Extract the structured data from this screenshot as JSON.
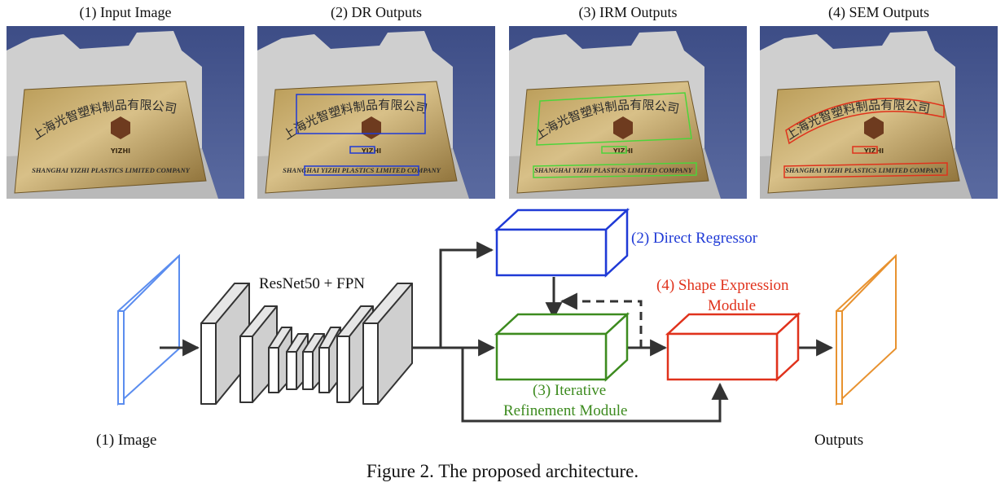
{
  "panels": [
    {
      "title": "(1) Input Image"
    },
    {
      "title": "(2) DR Outputs"
    },
    {
      "title": "(3) IRM Outputs"
    },
    {
      "title": "(4) SEM Outputs"
    }
  ],
  "sign": {
    "chinese": "上海光智塑料制品有限公司",
    "logo_text": "YIZHI",
    "english": "SHANGHAI YIZHI PLASTICS LIMITED COMPANY"
  },
  "diagram": {
    "backbone_label": "ResNet50 + FPN",
    "image_label": "(1) Image",
    "outputs_label": "Outputs",
    "dr_label": "(2) Direct Regressor",
    "sem_label_line1": "(4) Shape Expression",
    "sem_label_line2": "Module",
    "irm_label_line1": "(3) Iterative",
    "irm_label_line2": "Refinement Module"
  },
  "colors": {
    "image": "#5b8def",
    "dr": "#1f3ad6",
    "irm": "#3d8b1f",
    "sem": "#e0321c",
    "outputs": "#e8922f",
    "backbone_fill": "#d9d9d9",
    "arrow": "#333333"
  },
  "caption": "Figure 2. The proposed architecture."
}
